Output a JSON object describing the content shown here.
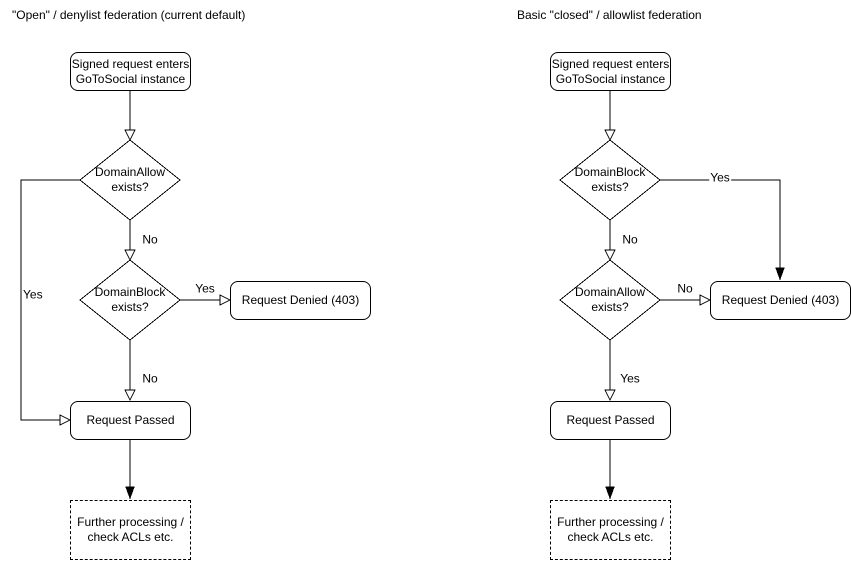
{
  "colors": {
    "background": "#ffffff",
    "stroke": "#000000",
    "node_fill": "#ffffff",
    "text": "#000000"
  },
  "left": {
    "title": "\"Open\" / denylist federation (current default)",
    "start": "Signed request enters\nGoToSocial instance",
    "decision1": "DomainAllow\nexists?",
    "decision1_no_label": "No",
    "decision1_yes_label": "Yes",
    "decision2": "DomainBlock\nexists?",
    "decision2_yes_label": "Yes",
    "decision2_no_label": "No",
    "denied": "Request Denied (403)",
    "passed": "Request Passed",
    "further": "Further processing /\ncheck ACLs etc."
  },
  "right": {
    "title": "Basic \"closed\" / allowlist federation",
    "start": "Signed request enters\nGoToSocial instance",
    "decision1": "DomainBlock\nexists?",
    "decision1_yes_label": "Yes",
    "decision1_no_label": "No",
    "decision2": "DomainAllow\nexists?",
    "decision2_no_label": "No",
    "decision2_yes_label": "Yes",
    "denied": "Request Denied (403)",
    "passed": "Request Passed",
    "further": "Further processing /\ncheck ACLs etc."
  }
}
